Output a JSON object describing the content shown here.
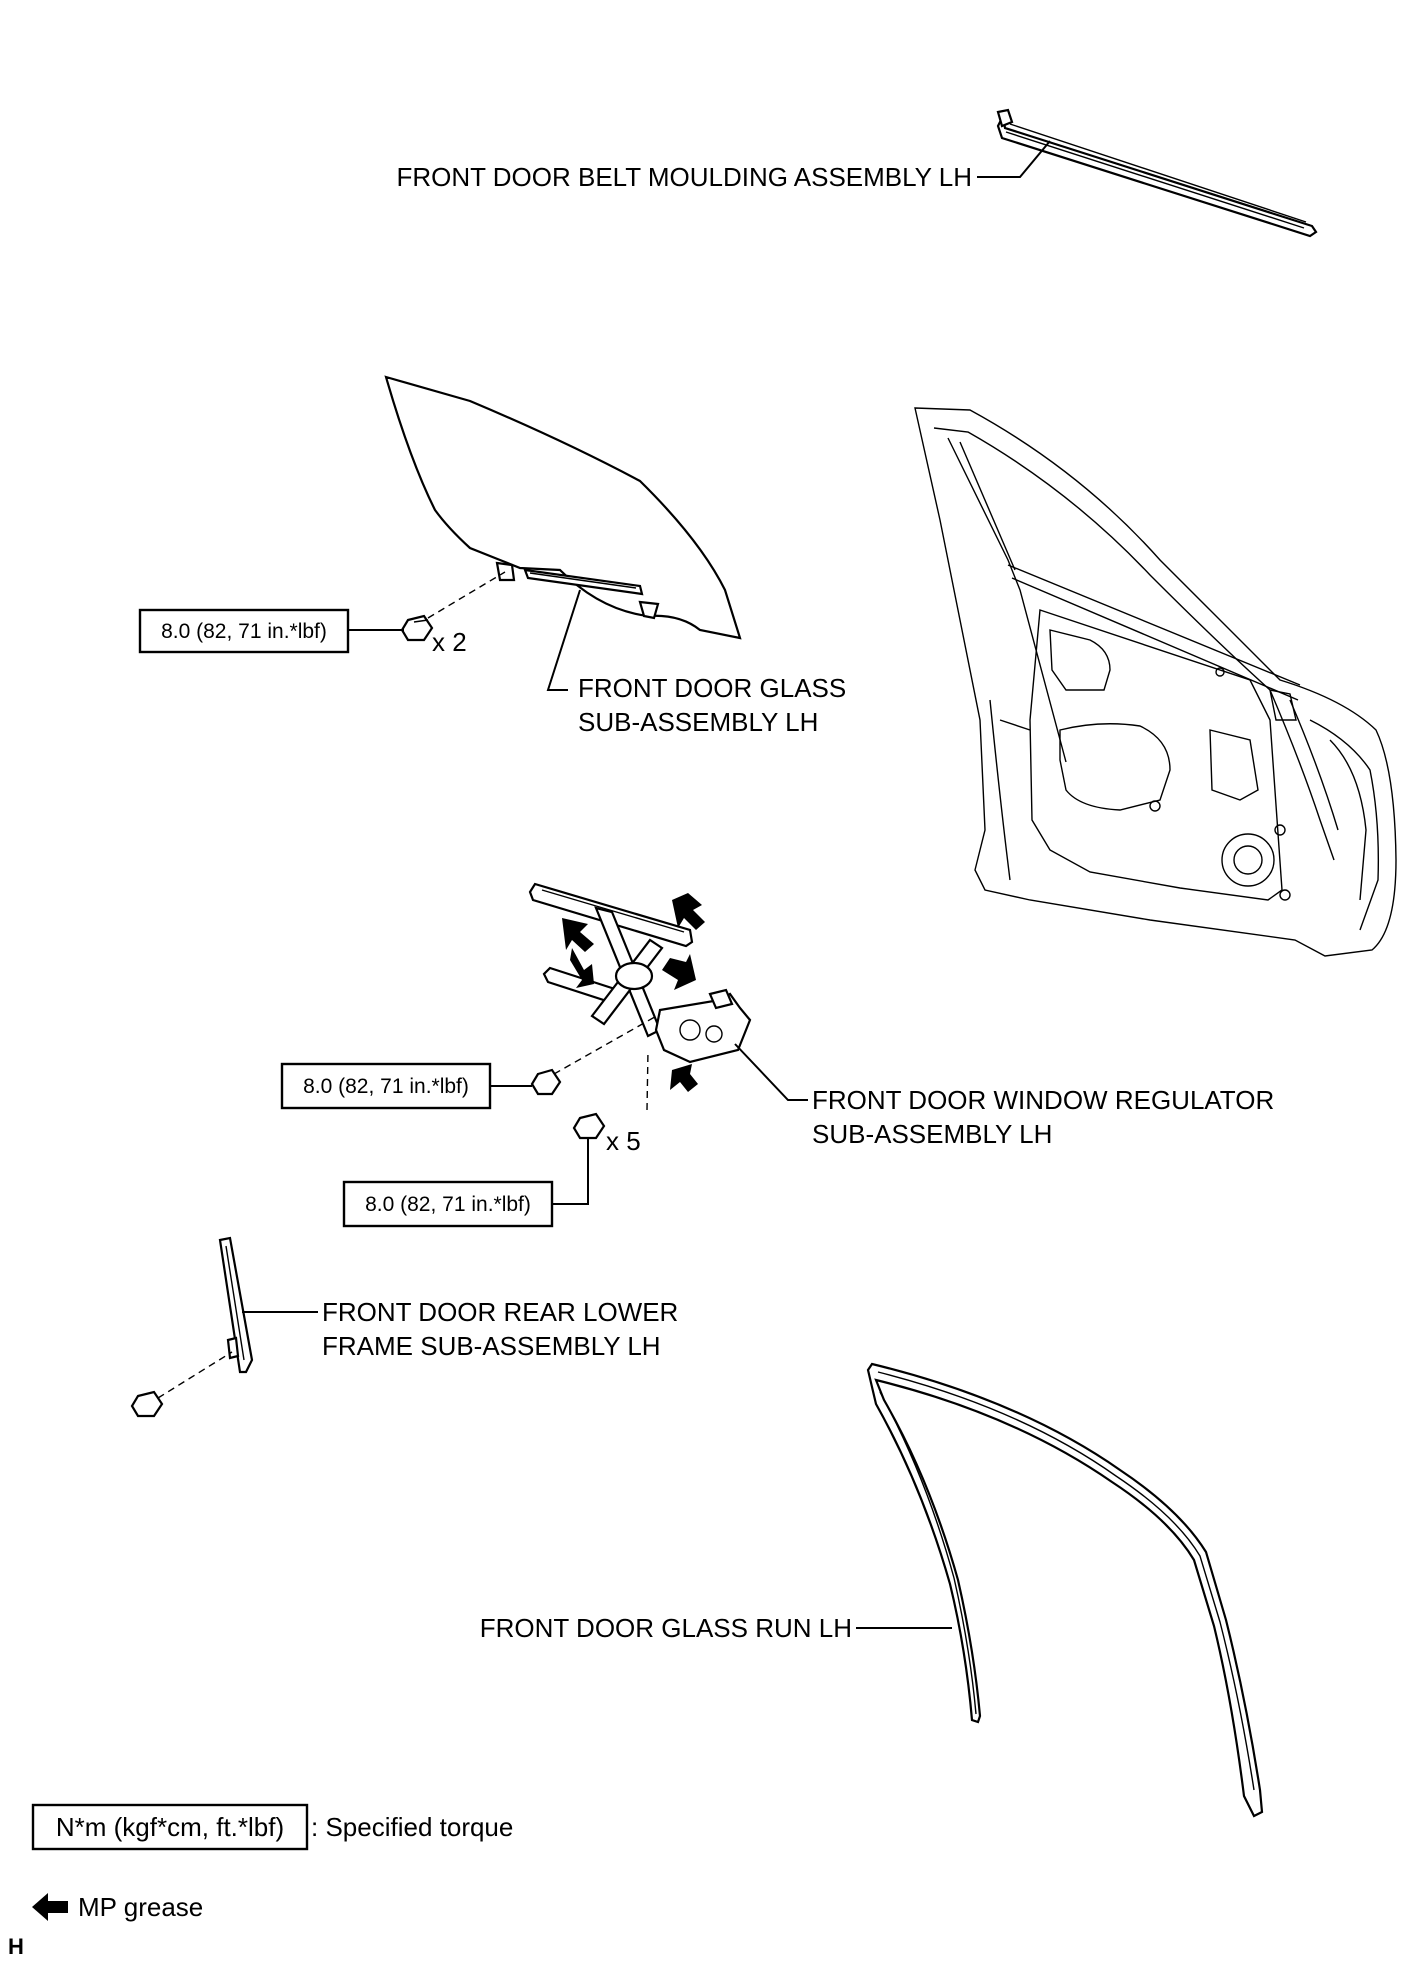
{
  "labels": {
    "belt_moulding": "FRONT DOOR BELT MOULDING ASSEMBLY LH",
    "glass_line1": "FRONT DOOR GLASS",
    "glass_line2": "SUB-ASSEMBLY LH",
    "regulator_line1": "FRONT DOOR WINDOW REGULATOR",
    "regulator_line2": "SUB-ASSEMBLY LH",
    "rear_frame_line1": "FRONT DOOR REAR LOWER",
    "rear_frame_line2": "FRAME SUB-ASSEMBLY LH",
    "glass_run": "FRONT DOOR GLASS RUN LH"
  },
  "torques": {
    "glass_bolt": "8.0 (82, 71 in.*lbf)",
    "regulator_bolt": "8.0 (82, 71 in.*lbf)",
    "regulator_bolts_5": "8.0 (82, 71 in.*lbf)"
  },
  "quantities": {
    "glass_bolt": "x 2",
    "regulator_bolts": "x 5"
  },
  "legend": {
    "torque_unit": "N*m (kgf*cm, ft.*lbf)",
    "torque_desc": ": Specified torque",
    "grease_desc": "MP grease",
    "grease_icon": "arrow-left-icon"
  },
  "corner_mark": "H"
}
